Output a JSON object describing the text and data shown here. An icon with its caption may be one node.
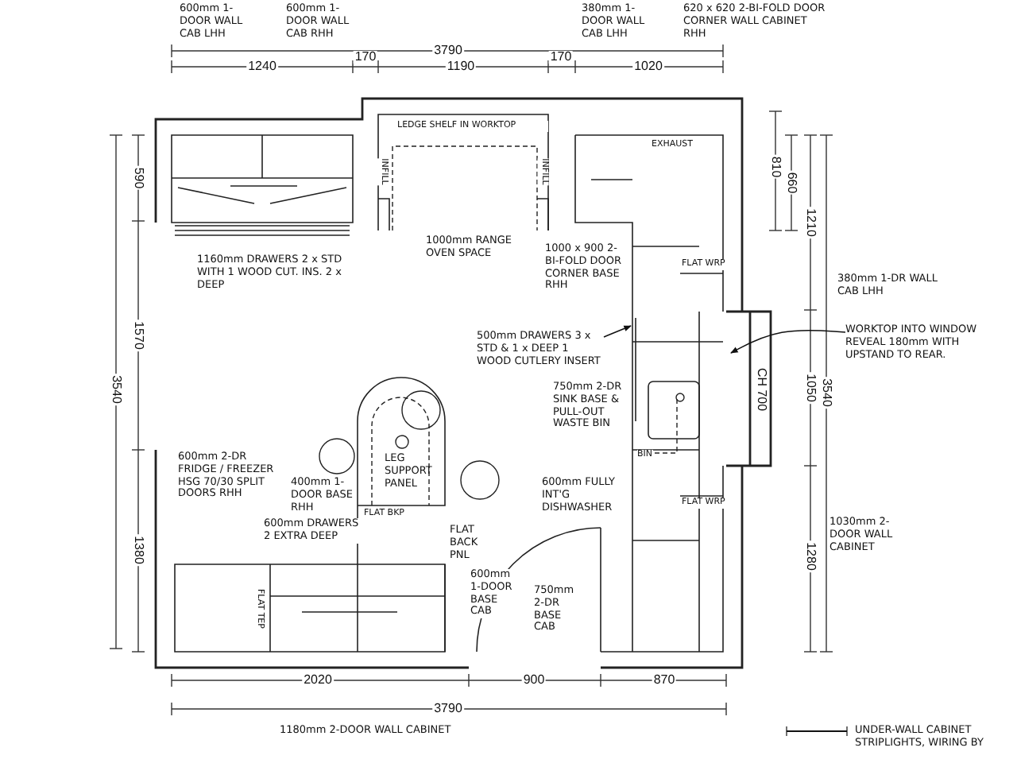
{
  "diagram": {
    "nodes": [
      {
        "text": [
          "500mm DRAWERS 3 x STD & 1 x DEEP 1 WOOD CUTLERY INSERT"
        ]
      },
      {
        "text": [
          "WORKTOP INTO WINDOW REVEAL 180mm WITH UPSTAND TO REAR."
        ]
      }
    ],
    "edges": [
      {
        "from": 0,
        "to": null,
        "arrow": "to"
      },
      {
        "from": 1,
        "to": null,
        "arrow": "to"
      }
    ],
    "labels": [
      "600mm 1-DOOR WALL CAB LHH",
      "600mm 1-DOOR WALL CAB RHH",
      "380mm 1-DOOR WALL CAB LHH",
      "620 x 620 2-BI-FOLD DOOR CORNER WALL CABINET RHH",
      "3790",
      "170",
      "170",
      "1240",
      "1190",
      "1020",
      "LEDGE SHELF IN WORKTOP",
      "INFILL",
      "INFILL",
      "EXHAUST",
      "590",
      "810",
      "660",
      "1210",
      "1160mm DRAWERS 2 x STD WITH 1 WOOD CUT. INS. 2 x DEEP",
      "1000mm RANGE OVEN SPACE",
      "1000 x 900 2-BI-FOLD DOOR CORNER BASE RHH",
      "FLAT WRP",
      "380mm 1-DR WALL CAB LHH",
      "1570",
      "3540",
      "1050",
      "CH 700",
      "3540",
      "750mm 2-DR SINK BASE & PULL-OUT WASTE BIN",
      "BIN",
      "600mm 2-DR FRIDGE / FREEZER HSG 70/30 SPLIT DOORS RHH",
      "LEG SUPPORT PANEL",
      "400mm 1-DOOR BASE RHH",
      "FLAT BKP",
      "600mm DRAWERS 2 EXTRA DEEP",
      "FLAT BACK PNL",
      "600mm FULLY INT'G DISHWASHER",
      "FLAT WRP",
      "1030mm 2-DOOR WALL CABINET",
      "1380",
      "1280",
      "FLAT TEP",
      "600mm 1-DOOR BASE CAB",
      "750mm 2-DR BASE CAB",
      "2020",
      "900",
      "870",
      "3790",
      "1180mm 2-DOOR WALL CABINET"
    ],
    "legend": [
      {
        "text": "UNDER-WALL CABINET STRIPLIGHTS, WIRING BY"
      }
    ]
  }
}
